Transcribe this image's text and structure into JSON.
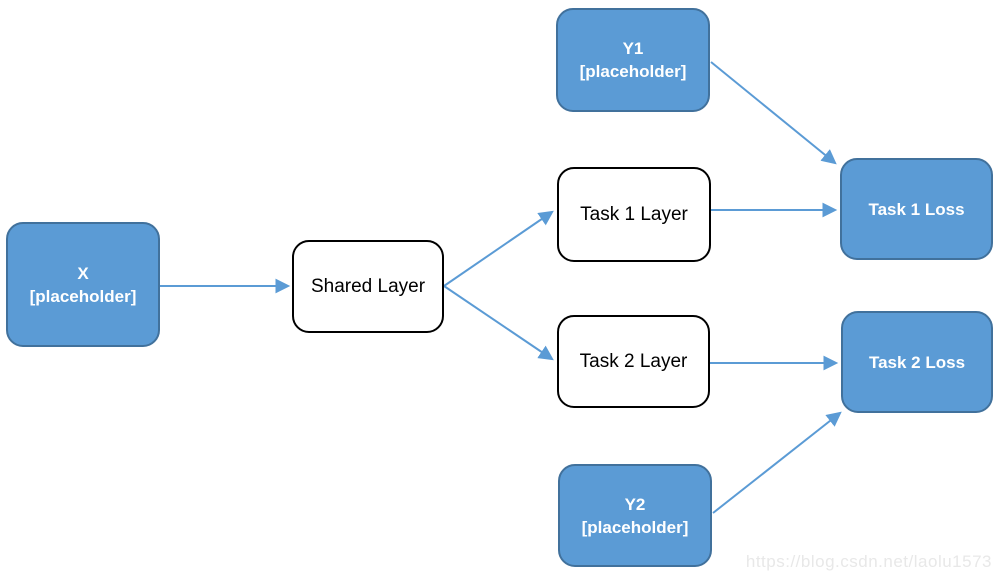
{
  "diagram": {
    "nodes": {
      "x": {
        "label": "X",
        "sublabel": "[placeholder]"
      },
      "shared": {
        "label": "Shared Layer"
      },
      "y1": {
        "label": "Y1",
        "sublabel": "[placeholder]"
      },
      "task1_layer": {
        "label": "Task 1 Layer"
      },
      "task1_loss": {
        "label": "Task 1 Loss"
      },
      "task2_layer": {
        "label": "Task 2 Layer"
      },
      "task2_loss": {
        "label": "Task 2 Loss"
      },
      "y2": {
        "label": "Y2",
        "sublabel": "[placeholder]"
      }
    },
    "edges": [
      {
        "from": "x",
        "to": "shared"
      },
      {
        "from": "shared",
        "to": "task1_layer"
      },
      {
        "from": "shared",
        "to": "task2_layer"
      },
      {
        "from": "task1_layer",
        "to": "task1_loss"
      },
      {
        "from": "task2_layer",
        "to": "task2_loss"
      },
      {
        "from": "y1",
        "to": "task1_loss"
      },
      {
        "from": "y2",
        "to": "task2_loss"
      }
    ],
    "colors": {
      "blue_fill": "#5B9BD5",
      "blue_border": "#41719C",
      "white_fill": "#FFFFFF",
      "black_border": "#000000",
      "arrow": "#5B9BD5",
      "text_on_blue": "#FFFFFF",
      "text_on_white": "#000000",
      "watermark": "#E8E8E8"
    },
    "watermark": "https://blog.csdn.net/laolu1573"
  }
}
